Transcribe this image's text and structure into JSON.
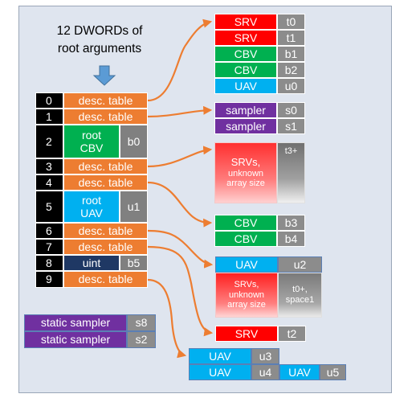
{
  "title_line1": "12 DWORDs of",
  "title_line2": "root arguments",
  "root": [
    {
      "index": "0",
      "label": "desc. table"
    },
    {
      "index": "1",
      "label": "desc. table"
    },
    {
      "index": "2",
      "label_line1": "root",
      "label_line2": "CBV",
      "register": "b0"
    },
    {
      "index": "3",
      "label": "desc. table"
    },
    {
      "index": "4",
      "label": "desc. table"
    },
    {
      "index": "5",
      "label_line1": "root",
      "label_line2": "UAV",
      "register": "u1"
    },
    {
      "index": "6",
      "label": "desc. table"
    },
    {
      "index": "7",
      "label": "desc. table"
    },
    {
      "index": "8",
      "label": "uint",
      "register": "b5"
    },
    {
      "index": "9",
      "label": "desc. table"
    }
  ],
  "table0": [
    {
      "type": "SRV",
      "reg": "t0"
    },
    {
      "type": "SRV",
      "reg": "t1"
    },
    {
      "type": "CBV",
      "reg": "b1"
    },
    {
      "type": "CBV",
      "reg": "b2"
    },
    {
      "type": "UAV",
      "reg": "u0"
    }
  ],
  "table1": [
    {
      "type": "sampler",
      "reg": "s0"
    },
    {
      "type": "sampler",
      "reg": "s1"
    }
  ],
  "table3": {
    "line1": "SRVs,",
    "line2": "unknown",
    "line3": "array size",
    "reg": "t3+"
  },
  "table4": [
    {
      "type": "CBV",
      "reg": "b3"
    },
    {
      "type": "CBV",
      "reg": "b4"
    }
  ],
  "table6": {
    "uav": "UAV",
    "uav_reg": "u2",
    "srvs_line1": "SRVs,",
    "srvs_line2": "unknown",
    "srvs_line3": "array size",
    "srvs_reg_line1": "t0+,",
    "srvs_reg_line2": "space1"
  },
  "table7": {
    "type": "SRV",
    "reg": "t2"
  },
  "table9": {
    "uav1": "UAV",
    "uav1_reg": "u3",
    "uav2": "UAV",
    "uav2_reg": "u4",
    "uav3": "UAV",
    "uav3_reg": "u5"
  },
  "static_samplers": [
    {
      "label": "static sampler",
      "reg": "s8"
    },
    {
      "label": "static sampler",
      "reg": "s2"
    }
  ]
}
